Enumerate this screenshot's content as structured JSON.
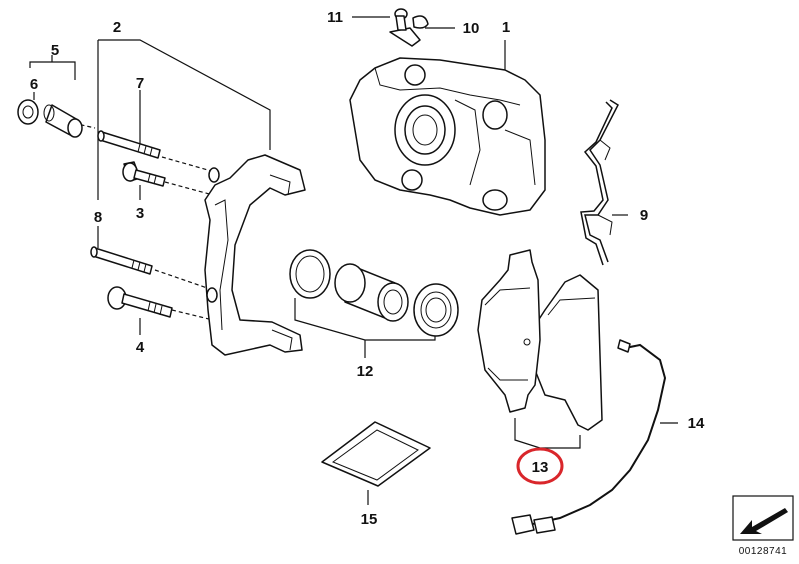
{
  "diagram": {
    "callouts": [
      {
        "id": "c1",
        "label": "1"
      },
      {
        "id": "c2",
        "label": "2"
      },
      {
        "id": "c3",
        "label": "3"
      },
      {
        "id": "c4",
        "label": "4"
      },
      {
        "id": "c5",
        "label": "5"
      },
      {
        "id": "c6",
        "label": "6"
      },
      {
        "id": "c7",
        "label": "7"
      },
      {
        "id": "c8",
        "label": "8"
      },
      {
        "id": "c9",
        "label": "9"
      },
      {
        "id": "c10",
        "label": "10"
      },
      {
        "id": "c11",
        "label": "11"
      },
      {
        "id": "c12",
        "label": "12"
      },
      {
        "id": "c13",
        "label": "13"
      },
      {
        "id": "c14",
        "label": "14"
      },
      {
        "id": "c15",
        "label": "15"
      }
    ],
    "highlight_color": "#d9262b",
    "reference_number": "00128741"
  }
}
